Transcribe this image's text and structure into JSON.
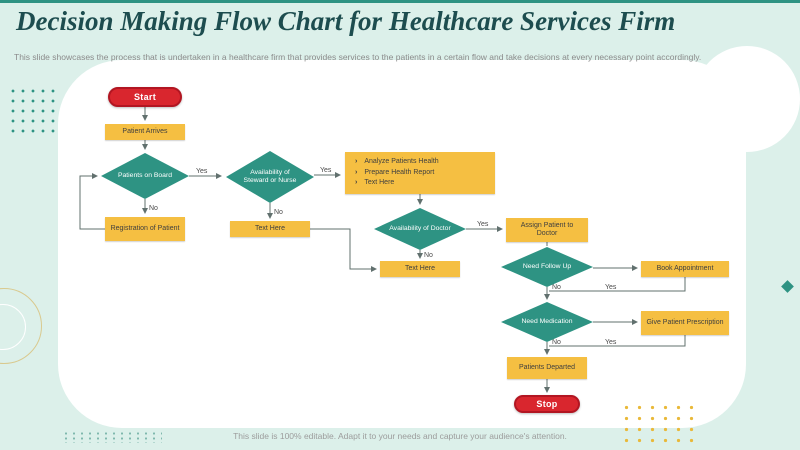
{
  "slide": {
    "title": "Decision Making Flow Chart  for Healthcare Services Firm",
    "subtitle": "This slide showcases the process that is undertaken in a healthcare firm that provides services to the patients in a certain flow and take decisions at every necessary point accordingly.",
    "footer": "This slide is 100% editable. Adapt it to your needs and capture your audience's attention."
  },
  "flowchart": {
    "start_label": "Start",
    "stop_label": "Stop",
    "yes": "Yes",
    "no": "No",
    "bullet": "›",
    "nodes": {
      "patient_arrives": "Patient Arrives",
      "patients_on_board": "Patients on Board",
      "registration_of_patient": "Registration of Patient",
      "availability_of_steward": "Availability of Steward or Nurse",
      "steward_no_text": "Text Here",
      "analyze_items": [
        "Analyze  Patients Health",
        "Prepare Health Report",
        "Text Here"
      ],
      "availability_of_doctor": "Availability of Doctor",
      "doctor_no_text": "Text Here",
      "assign_patient": "Assign Patient to Doctor",
      "need_follow_up": "Need Follow Up",
      "book_appointment": "Book Appointment",
      "need_medication": "Need Medication",
      "give_prescription": "Give Patient Prescription",
      "patients_departed": "Patients Departed"
    }
  },
  "colors": {
    "teal": "#2e9383",
    "yellow": "#f5bf42",
    "red": "#d9262e",
    "background": "#dcf0ea",
    "title_text": "#1d4d4f"
  }
}
